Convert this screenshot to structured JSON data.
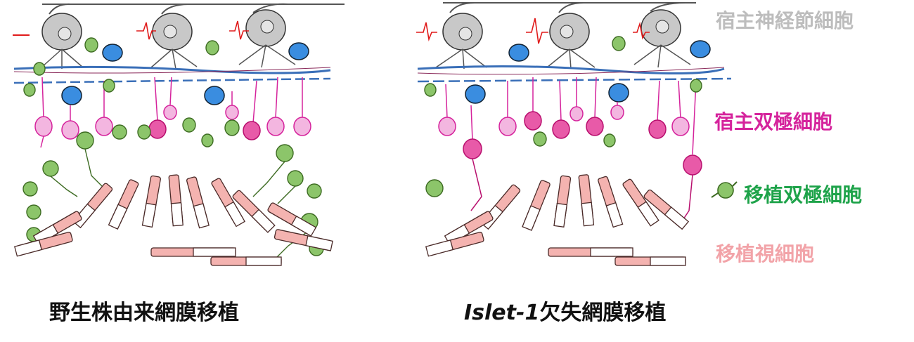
{
  "legend": {
    "host_rgc": "宿主神経節細胞",
    "host_bipolar": "宿主双極細胞",
    "transplant_bipolar": "移植双極細胞",
    "transplant_photoreceptor": "移植視細胞"
  },
  "captions": {
    "left": "野生株由来網膜移植",
    "right_italic": "Islet-1",
    "right_rest": "欠失網膜移植"
  },
  "colors": {
    "host_rgc": "#c8c8c8",
    "host_rgc_text": "#bdbdbd",
    "host_bipolar": "#d5239c",
    "host_bipolar_pale": "#f3b6e0",
    "host_bipolar_deep": "#e4358a",
    "blue_cell": "#3a8de0",
    "transplant_bipolar": "#8cc56a",
    "transplant_bipolar_text": "#1ea34a",
    "transplant_photoreceptor": "#f4b3b0",
    "photoreceptor_text": "#f2a3a8",
    "spike": "#e01b1b"
  }
}
